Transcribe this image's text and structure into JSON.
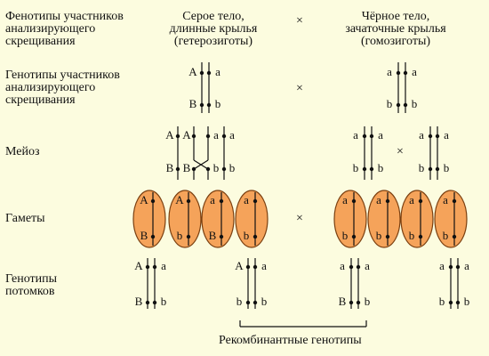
{
  "row_labels": {
    "phenotypes": [
      "Фенотипы участников",
      "анализирующего",
      "скрещивания"
    ],
    "genotypes": [
      "Генотипы участников",
      "анализирующего",
      "скрещивания"
    ],
    "meiosis": "Мейоз",
    "gametes": "Гаметы",
    "offspring": [
      "Генотипы",
      "потомков"
    ]
  },
  "parent1": [
    "Серое тело,",
    "длинные крылья",
    "(гетерозиготы)"
  ],
  "parent2": [
    "Чёрное тело,",
    "зачаточные крылья",
    "(гомозиготы)"
  ],
  "cross_symbol": "×",
  "recombinant_label": "Рекомбинантные генотипы",
  "colors": {
    "background": "#fcfcdf",
    "gamete_fill": "#f5a35a",
    "gamete_stroke": "#7a3f10",
    "line": "#111111"
  },
  "genotypes": {
    "parent1": {
      "left": [
        "A",
        "B"
      ],
      "right": [
        "a",
        "b"
      ]
    },
    "parent2": {
      "left": [
        "a",
        "b"
      ],
      "right": [
        "a",
        "b"
      ]
    }
  },
  "meiosis": {
    "parent1": [
      "A A",
      "B B",
      "a a",
      "b b"
    ],
    "parent2": [
      "a a",
      "b b",
      "a a",
      "b b"
    ]
  },
  "gametes": {
    "parent1": [
      [
        "A",
        "B"
      ],
      [
        "A",
        "b"
      ],
      [
        "a",
        "B"
      ],
      [
        "a",
        "b"
      ]
    ],
    "parent2": [
      [
        "a",
        "b"
      ],
      [
        "a",
        "b"
      ],
      [
        "a",
        "b"
      ],
      [
        "a",
        "b"
      ]
    ]
  },
  "offspring": [
    {
      "left": [
        "A",
        "B"
      ],
      "right": [
        "a",
        "b"
      ]
    },
    {
      "left": [
        "A",
        "b"
      ],
      "right": [
        "a",
        "b"
      ]
    },
    {
      "left": [
        "a",
        "B"
      ],
      "right": [
        "a",
        "b"
      ]
    },
    {
      "left": [
        "a",
        "b"
      ],
      "right": [
        "a",
        "b"
      ]
    }
  ]
}
